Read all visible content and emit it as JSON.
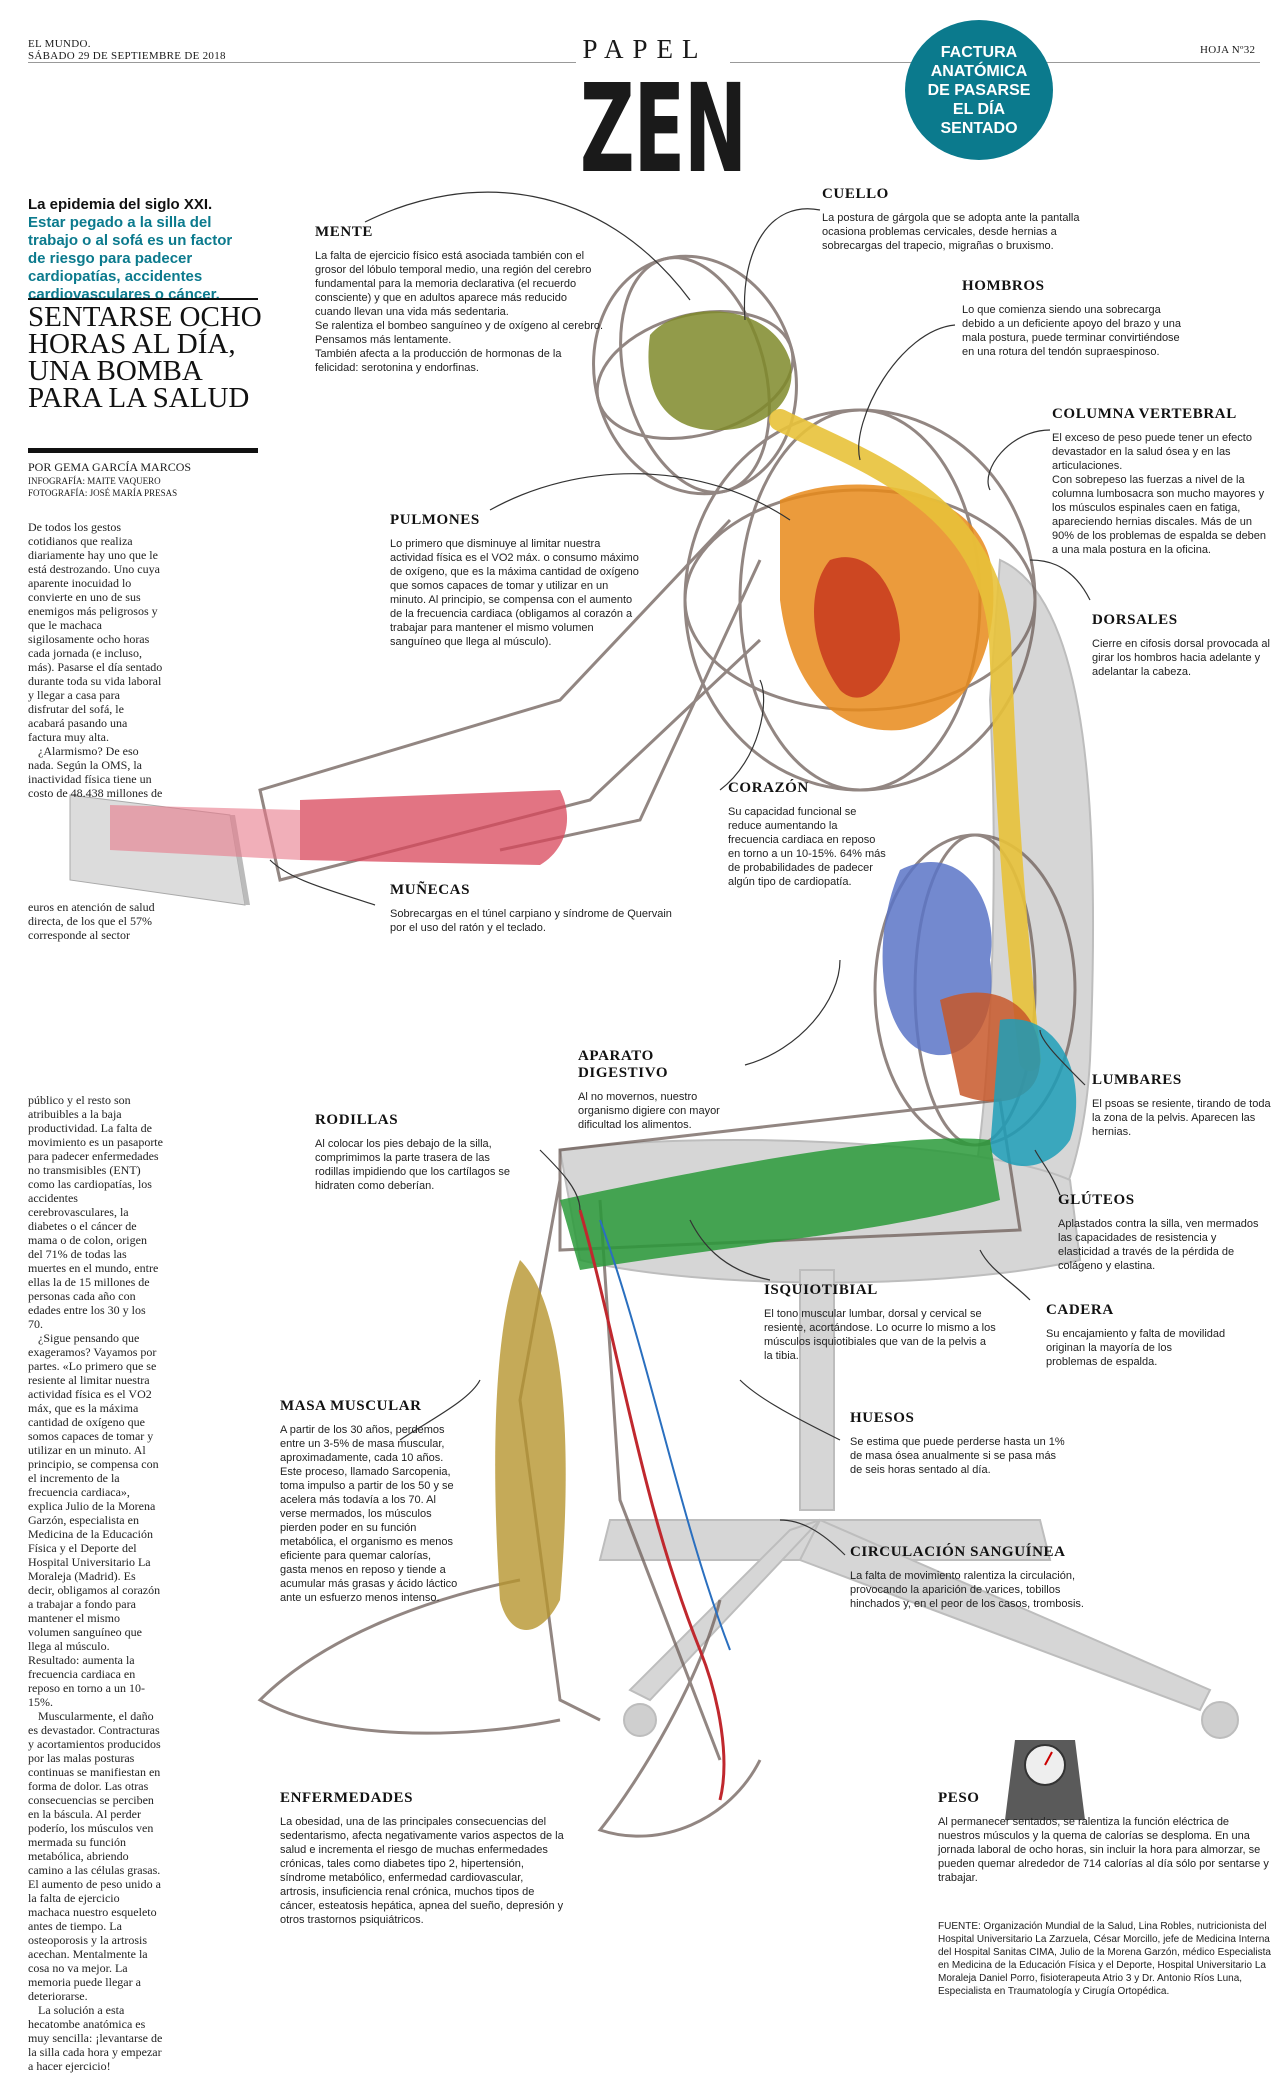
{
  "masthead": {
    "paper_name": "EL MUNDO.",
    "date": "SÁBADO 29 DE SEPTIEMBRE DE 2018",
    "section_small": "PAPEL",
    "section_big": "ZEN",
    "page": "HOJA Nº32"
  },
  "badge": {
    "text": "FACTURA ANATÓMICA DE PASARSE EL DÍA SENTADO"
  },
  "intro": {
    "epigraph_1": "La epidemia del siglo XXI.",
    "epigraph_2": "Estar pegado a la silla del trabajo o al sofá es un factor de riesgo para padecer cardiopatías, accidentes cardiovasculares o cáncer.",
    "headline": "SENTARSE OCHO HORAS AL DÍA, UNA BOMBA PARA LA SALUD",
    "byline": "POR GEMA GARCÍA MARCOS",
    "credit_1": "INFOGRAFÍA: MAITE VAQUERO",
    "credit_2": "FOTOGRAFÍA: JOSÉ MARÍA PRESAS"
  },
  "body": {
    "col1_p1": "De todos los gestos cotidianos que realiza diariamente hay uno que le está destrozando. Uno cuya aparente inocuidad lo convierte en uno de sus enemigos más peligrosos y que le machaca sigilosamente ocho horas cada jornada (e incluso, más). Pasarse el día sentado durante toda su vida laboral y llegar a casa para disfrutar del sofá, le acabará pasando una factura muy alta.",
    "col1_p2": "¿Alarmismo? De eso nada. Según la OMS, la inactividad física tiene un costo de 48.438 millones de",
    "col2": "euros en atención de salud directa, de los que el 57% corresponde al sector",
    "col3_p1": "público y el resto son atribuibles a la baja productividad. La falta de movimiento es un pasaporte para padecer enfermedades no transmisibles (ENT) como las cardiopatías, los accidentes cerebrovasculares, la diabetes o el cáncer de mama o de colon, origen del 71% de todas las muertes en el mundo, entre ellas la de 15 millones de personas cada año con edades entre los 30 y los 70.",
    "col3_p2": "¿Sigue pensando que exageramos? Vayamos por partes. «Lo primero que se resiente al limitar nuestra actividad física es el VO2 máx, que es la máxima cantidad de oxígeno que somos capaces de tomar y utilizar en un minuto. Al principio, se compensa con el incremento de la frecuencia cardiaca», explica Julio de la Morena Garzón, especialista en Medicina de la Educación Física y el Deporte del Hospital Universitario La Moraleja (Madrid). Es decir, obligamos al corazón a trabajar a fondo para mantener el mismo volumen sanguíneo que llega al músculo. Resultado: aumenta la frecuencia cardiaca en reposo en torno a un 10-15%.",
    "col3_p3": "Muscularmente, el daño es devastador. Contracturas y acortamientos producidos por las malas posturas continuas se manifiestan en forma de dolor. Las otras consecuencias se perciben en la báscula. Al perder poderío, los músculos ven mermada su función metabólica, abriendo camino a las células grasas. El aumento de peso unido a la falta de ejercicio machaca nuestro esqueleto antes de tiempo. La osteoporosis y la artrosis acechan. Mentalmente la cosa no va mejor. La memoria puede llegar a deteriorarse.",
    "col3_p4": "La solución a esta hecatombe anatómica es muy sencilla: ¡levantarse de la silla cada hora y empezar a hacer ejercicio!"
  },
  "sections": {
    "mente": {
      "title": "MENTE",
      "p1": "La falta de ejercicio físico está asociada también con el grosor del lóbulo temporal medio, una región del cerebro fundamental para la memoria declarativa (el recuerdo consciente) y que en adultos aparece más reducido cuando llevan una vida más sedentaria.",
      "p2": "Se ralentiza el bombeo sanguíneo y de oxígeno al cerebro. Pensamos más lentamente.",
      "p3": "También afecta a la producción de hormonas de la felicidad: serotonina y endorfinas."
    },
    "cuello": {
      "title": "CUELLO",
      "text": "La postura de gárgola que se adopta ante la pantalla ocasiona problemas cervicales, desde hernias a sobrecargas del trapecio, migrañas o bruxismo."
    },
    "hombros": {
      "title": "HOMBROS",
      "text": "Lo que comienza siendo una sobrecarga debido a un deficiente apoyo del brazo y una mala postura, puede terminar convirtiéndose en una rotura del tendón supraespinoso."
    },
    "columna": {
      "title": "COLUMNA VERTEBRAL",
      "p1": "El exceso de peso puede tener un efecto devastador en la salud ósea y en las articulaciones.",
      "p2": "Con sobrepeso las fuerzas a nivel de la columna lumbosacra son mucho mayores y los músculos espinales caen en fatiga, apareciendo hernias discales. Más de un 90% de los problemas de espalda se deben a una mala postura en la oficina."
    },
    "pulmones": {
      "title": "PULMONES",
      "text": "Lo primero que disminuye al limitar nuestra actividad física es el VO2 máx. o consumo máximo de oxígeno, que es la máxima cantidad de oxígeno que somos capaces de tomar y utilizar en un minuto. Al principio, se compensa con el aumento de la frecuencia cardiaca (obligamos al corazón a trabajar para mantener el mismo volumen sanguíneo que llega al músculo)."
    },
    "dorsales": {
      "title": "DORSALES",
      "text": "Cierre en cifosis dorsal provocada al girar los hombros hacia adelante y adelantar la cabeza."
    },
    "corazon": {
      "title": "CORAZÓN",
      "text": "Su capacidad funcional se reduce aumentando la frecuencia cardiaca en reposo en torno a un 10-15%. 64% más de probabilidades de padecer algún tipo de cardiopatía."
    },
    "munecas": {
      "title": "MUÑECAS",
      "text": "Sobrecargas en el túnel carpiano y síndrome de Quervain por el uso del ratón y el teclado."
    },
    "digestivo": {
      "title": "APARATO DIGESTIVO",
      "text": "Al no movernos, nuestro organismo digiere con mayor dificultad los alimentos."
    },
    "lumbares": {
      "title": "LUMBARES",
      "text": "El psoas se resiente, tirando de toda la zona de la pelvis. Aparecen las hernias."
    },
    "rodillas": {
      "title": "RODILLAS",
      "text": "Al colocar los pies debajo de la silla, comprimimos la parte trasera de las rodillas impidiendo que los cartílagos se hidraten como deberían."
    },
    "gluteos": {
      "title": "GLÚTEOS",
      "text": "Aplastados contra la silla, ven mermados las capacidades de resistencia y elasticidad a través de la pérdida de colágeno y elastina."
    },
    "isquiotibial": {
      "title": "ISQUIOTIBIAL",
      "text": "El tono muscular lumbar, dorsal y cervical se resiente, acortándose. Lo ocurre lo mismo a los músculos isquiotibiales que van de la pelvis a la tibia."
    },
    "cadera": {
      "title": "CADERA",
      "text": "Su encajamiento y falta de movilidad originan la mayoría de los problemas de espalda."
    },
    "masa": {
      "title": "MASA MUSCULAR",
      "text": "A partir de los 30 años, perdemos entre un 3-5% de masa muscular, aproximadamente, cada 10 años. Este proceso, llamado Sarcopenia, toma impulso a partir de los 50 y se acelera más todavía a los 70. Al verse mermados, los músculos pierden poder en su función metabólica, el organismo es menos eficiente para quemar calorías, gasta menos en reposo y tiende a acumular más grasas y ácido láctico ante un esfuerzo menos intenso."
    },
    "huesos": {
      "title": "HUESOS",
      "text": "Se estima que puede perderse hasta un 1% de masa ósea anualmente si se pasa más de seis horas sentado al día."
    },
    "circulacion": {
      "title": "CIRCULACIÓN SANGUÍNEA",
      "text": "La falta de movimiento ralentiza la circulación, provocando la aparición de varices, tobillos hinchados y, en el peor de los casos, trombosis."
    },
    "enfermedades": {
      "title": "ENFERMEDADES",
      "text": "La obesidad, una de las principales consecuencias del sedentarismo, afecta negativamente varios aspectos de la salud e incrementa el riesgo de muchas enfermedades crónicas, tales como diabetes tipo 2, hipertensión, síndrome metabólico, enfermedad cardiovascular, artrosis, insuficiencia renal crónica, muchos tipos de cáncer, esteatosis hepática, apnea del sueño, depresión y otros trastornos psiquiátricos."
    },
    "peso": {
      "title": "PESO",
      "text": "Al permanecer sentados, se ralentiza la función eléctrica de nuestros músculos y la quema de calorías se desploma. En una jornada laboral de ocho horas, sin incluir la hora para almorzar, se pueden quemar alrededor de 714 calorías al día sólo por sentarse y trabajar."
    }
  },
  "source": "FUENTE: Organización Mundial de la Salud, Lina Robles, nutricionista del Hospital Universitario La Zarzuela, César Morcillo, jefe de Medicina Interna del Hospital Sanitas CIMA, Julio de la Morena Garzón, médico Especialista en Medicina de la Educación Física y el Deporte, Hospital Universitario La Moraleja Daniel Porro, fisioterapeuta Atrio 3 y Dr. Antonio Ríos Luna, Especialista en Traumatología y Cirugía Ortopédica.",
  "colors": {
    "accent": "#0b7a8d",
    "brain": "#7f8a2a",
    "lungs": "#e8891a",
    "heart": "#c83a1e",
    "spine": "#e8c23a",
    "intestine": "#5b74c7",
    "glutes": "#1f9fb8",
    "thigh": "#2a9a3a",
    "calf": "#b7952e",
    "wrist": "#d8465a"
  }
}
